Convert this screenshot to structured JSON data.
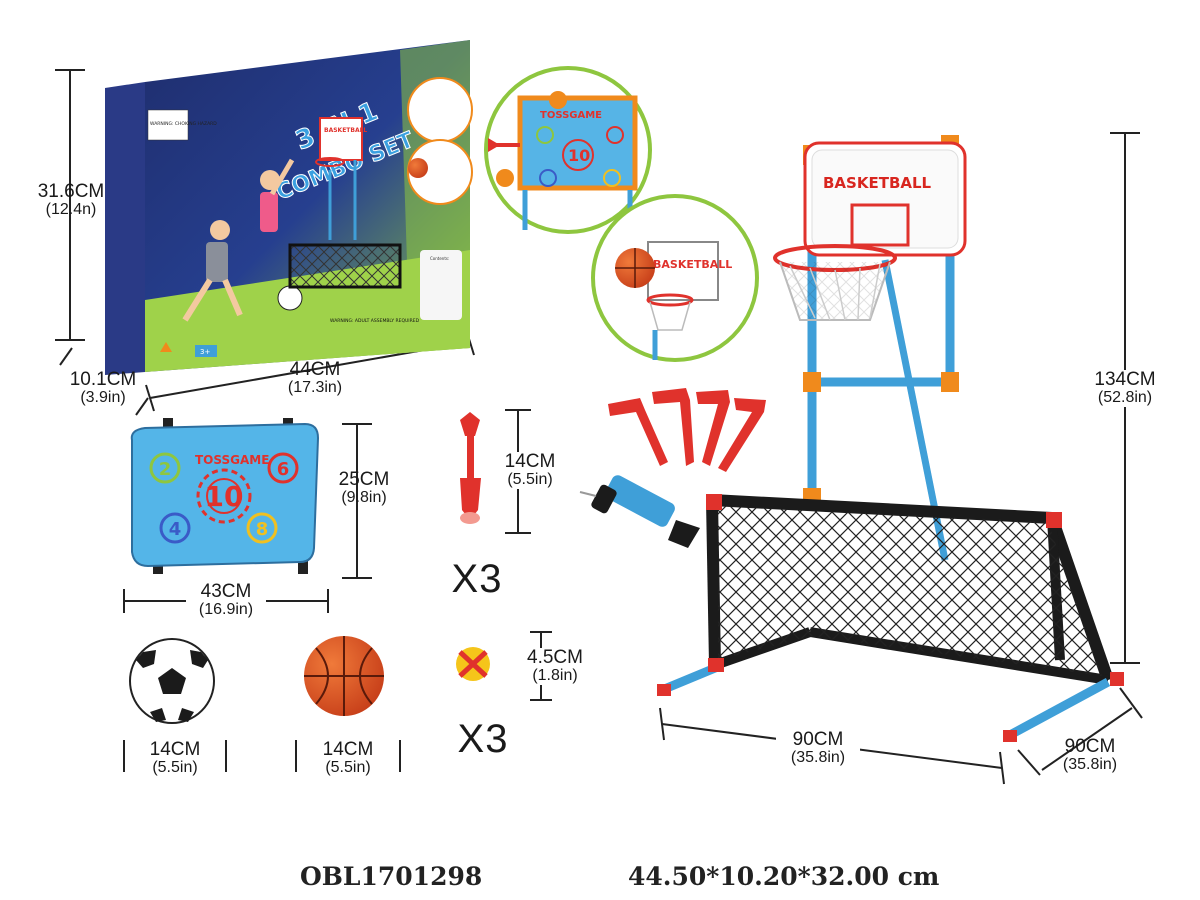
{
  "box": {
    "title": "3 IN 1",
    "subtitle": "COMBO SET",
    "warning": "WARNING: CHOKING HAZARD",
    "adult_note": "WARNING: ADULT ASSEMBLY REQUIRED",
    "age": "3+",
    "height": {
      "cm": "31.6CM",
      "in": "(12.4n)"
    },
    "depth": {
      "cm": "10.1CM",
      "in": "(3.9in)"
    },
    "width": {
      "cm": "44CM",
      "in": "(17.3in)"
    }
  },
  "toss_board": {
    "logo": "TOSSGAME",
    "scores": [
      "2",
      "6",
      "10",
      "4",
      "8"
    ],
    "height": {
      "cm": "25CM",
      "in": "(9.8in)"
    },
    "width": {
      "cm": "43CM",
      "in": "(16.9in)"
    }
  },
  "dart": {
    "size": {
      "cm": "14CM",
      "in": "(5.5in)"
    },
    "qty": "X3"
  },
  "velcro_ball": {
    "size": {
      "cm": "4.5CM",
      "in": "(1.8in)"
    },
    "qty": "X3"
  },
  "soccer_ball": {
    "size": {
      "cm": "14CM",
      "in": "(5.5in)"
    }
  },
  "basketball": {
    "size": {
      "cm": "14CM",
      "in": "(5.5in)"
    }
  },
  "assembled": {
    "backboard": "BASKETBALL",
    "height": {
      "cm": "134CM",
      "in": "(52.8in)"
    },
    "width": {
      "cm": "90CM",
      "in": "(35.8in)"
    },
    "depth": {
      "cm": "90CM",
      "in": "(35.8in)"
    }
  },
  "inset_backboard": "BASKETBALL",
  "inset_toss": "TOSSGAME",
  "footer": {
    "code": "OBL1701298",
    "size": "44.50*10.20*32.00 cm"
  },
  "colors": {
    "blue": "#3f9fd8",
    "orange": "#f08a1c",
    "red": "#e0322c",
    "black": "#1b1b1b",
    "green": "#8ec63f",
    "navy": "#1f2e6e"
  }
}
